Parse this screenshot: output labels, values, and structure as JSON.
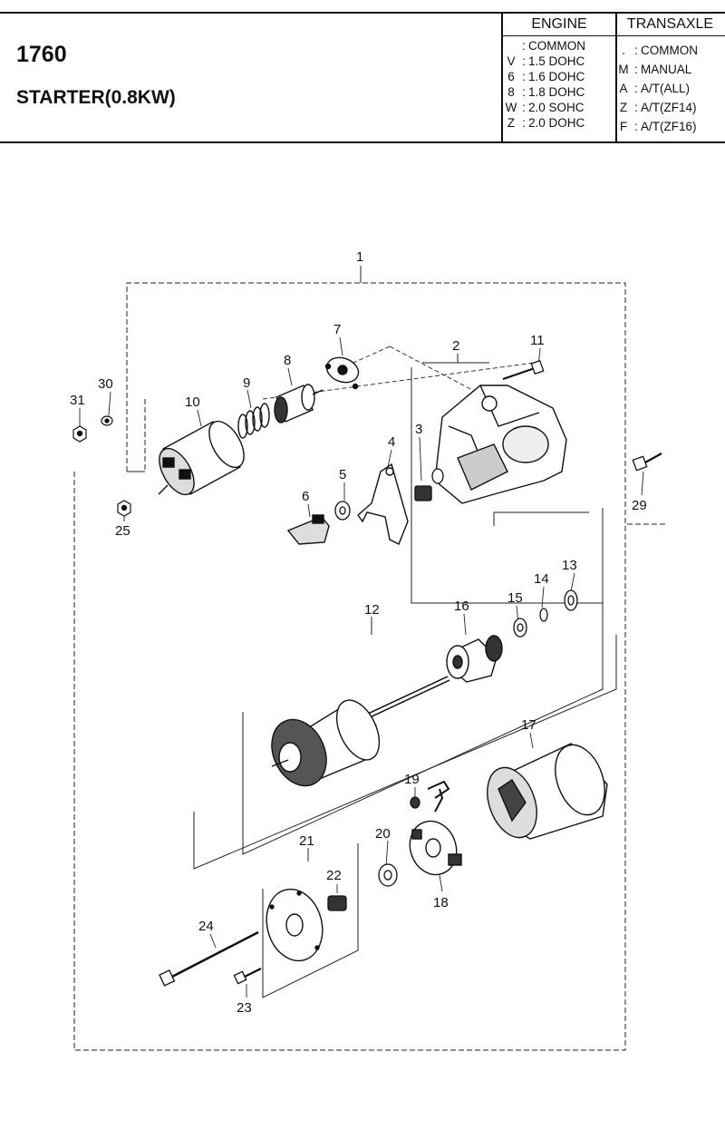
{
  "header": {
    "code": "1760",
    "name": "STARTER(0.8KW)",
    "engine": {
      "title": "ENGINE",
      "items": [
        {
          "key": "",
          "sep": ":",
          "label": "COMMON"
        },
        {
          "key": "V",
          "sep": ":",
          "label": "1.5 DOHC"
        },
        {
          "key": "6",
          "sep": ":",
          "label": "1.6 DOHC"
        },
        {
          "key": "8",
          "sep": ":",
          "label": "1.8 DOHC"
        },
        {
          "key": "W",
          "sep": ":",
          "label": "2.0 SOHC"
        },
        {
          "key": "Z",
          "sep": ":",
          "label": "2.0 DOHC"
        }
      ]
    },
    "transaxle": {
      "title": "TRANSAXLE",
      "items": [
        {
          "key": ".",
          "sep": ":",
          "label": "COMMON"
        },
        {
          "key": "M",
          "sep": ":",
          "label": "MANUAL"
        },
        {
          "key": "A",
          "sep": ":",
          "label": "A/T(ALL)"
        },
        {
          "key": "Z",
          "sep": ":",
          "label": "A/T(ZF14)"
        },
        {
          "key": "F",
          "sep": ":",
          "label": "A/T(ZF16)"
        }
      ]
    }
  },
  "callouts": [
    "1",
    "2",
    "3",
    "4",
    "5",
    "6",
    "7",
    "8",
    "9",
    "10",
    "11",
    "12",
    "13",
    "14",
    "15",
    "16",
    "17",
    "18",
    "19",
    "20",
    "21",
    "22",
    "23",
    "24",
    "25",
    "29",
    "30",
    "31"
  ]
}
